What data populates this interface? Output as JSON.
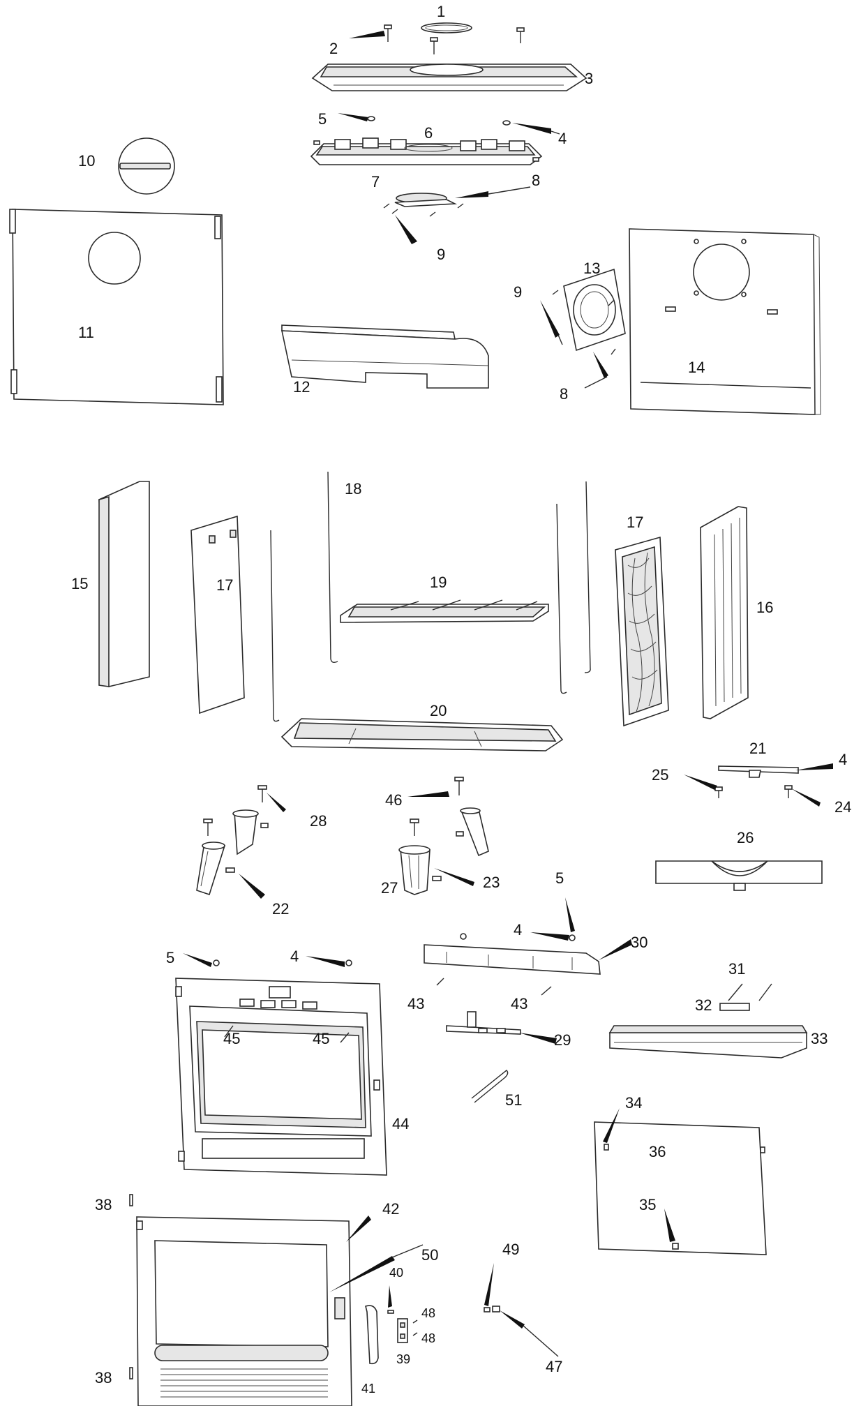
{
  "diagram": {
    "part_labels": {
      "p1": "1",
      "p2": "2",
      "p3": "3",
      "p4a": "4",
      "p4b": "4",
      "p4c": "4",
      "p4d": "4",
      "p5a": "5",
      "p5b": "5",
      "p5c": "5",
      "p6": "6",
      "p7": "7",
      "p8a": "8",
      "p8b": "8",
      "p9a": "9",
      "p9b": "9",
      "p10": "10",
      "p11": "11",
      "p12": "12",
      "p13": "13",
      "p14": "14",
      "p15": "15",
      "p16": "16",
      "p17a": "17",
      "p17b": "17",
      "p18": "18",
      "p19": "19",
      "p20": "20",
      "p21": "21",
      "p22": "22",
      "p23": "23",
      "p24": "24",
      "p25": "25",
      "p26": "26",
      "p27": "27",
      "p28": "28",
      "p29": "29",
      "p30": "30",
      "p31": "31",
      "p32": "32",
      "p33": "33",
      "p34": "34",
      "p35": "35",
      "p36": "36",
      "p38a": "38",
      "p38b": "38",
      "p39": "39",
      "p40": "40",
      "p41": "41",
      "p42": "42",
      "p43a": "43",
      "p43b": "43",
      "p44": "44",
      "p45a": "45",
      "p45b": "45",
      "p46": "46",
      "p47": "47",
      "p48a": "48",
      "p48b": "48",
      "p49": "49",
      "p50": "50",
      "p51": "51"
    },
    "colors": {
      "outline": "#2a2a2a",
      "pointer": "#111111",
      "fill": "#ffffff",
      "shade": "#e6e6e6"
    }
  }
}
